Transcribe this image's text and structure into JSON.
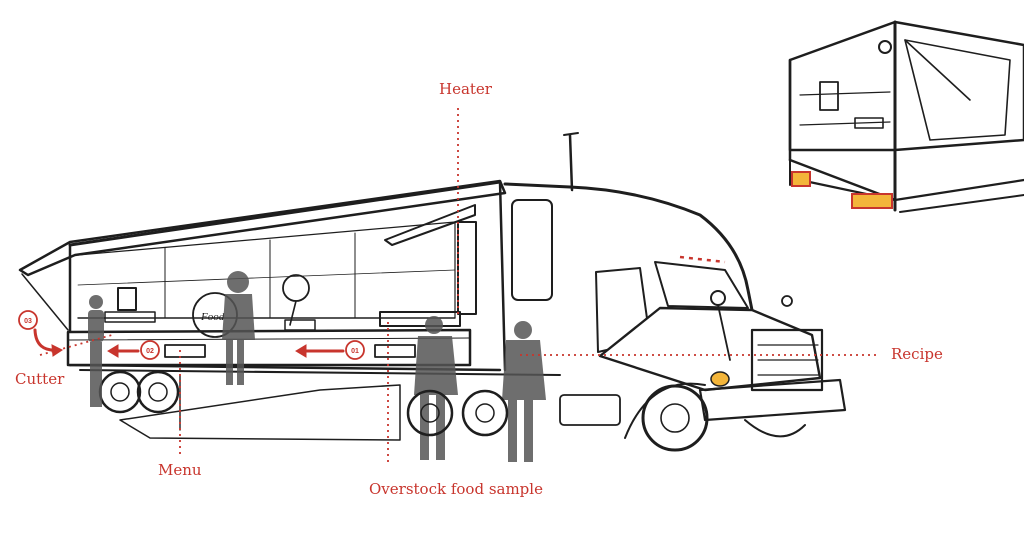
{
  "labels": {
    "heater": "Heater",
    "recipe": "Recipe",
    "cutter": "Cutter",
    "menu": "Menu",
    "overstock": "Overstock food sample"
  },
  "markers": {
    "m01": "01",
    "m02": "02",
    "m03": "03"
  },
  "decor": {
    "bag_text": "Food"
  },
  "colors": {
    "accent": "#c8352d",
    "ink": "#1e1e1e",
    "shadow": "#555555",
    "lamp": "#f3b53a"
  }
}
